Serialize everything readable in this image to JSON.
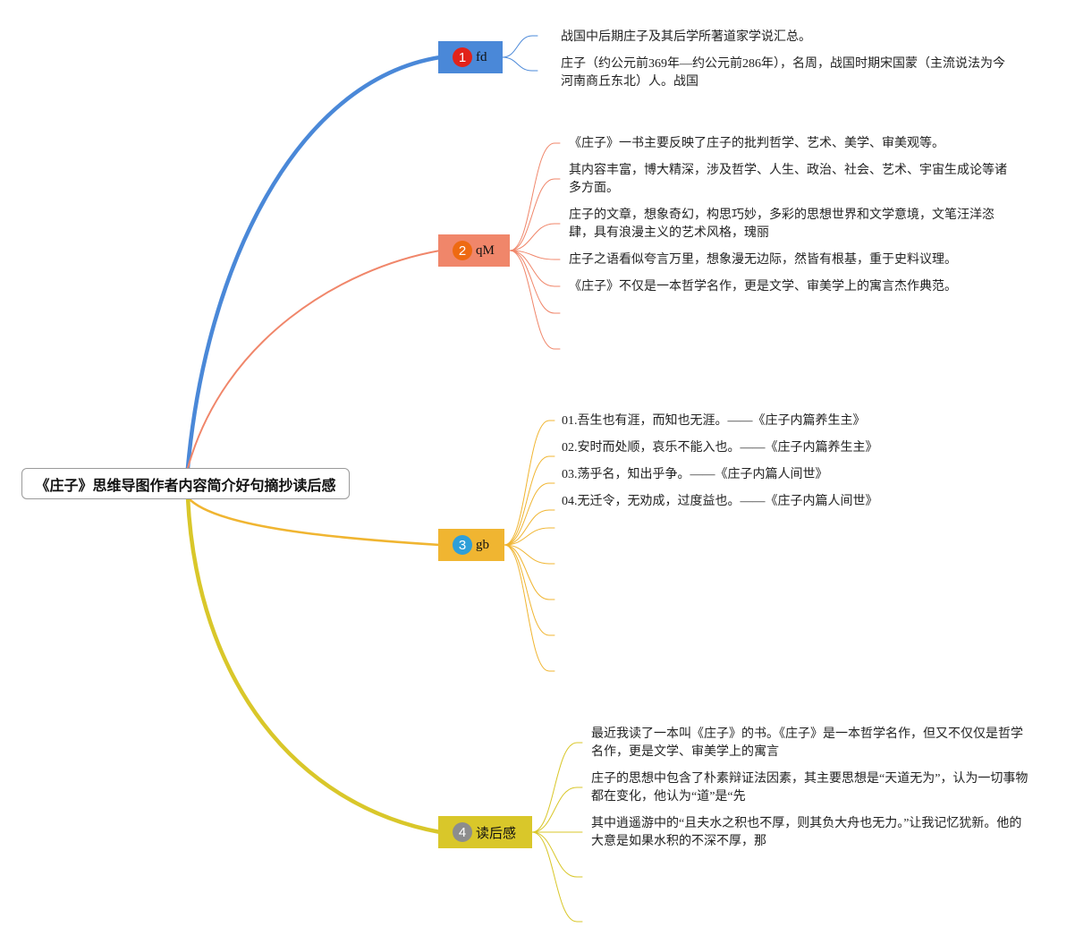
{
  "root": {
    "label": "《庄子》思维导图作者内容简介好句摘抄读后感"
  },
  "branches": [
    {
      "number": "1",
      "label": "fd",
      "color": "#4a88d8",
      "badge_color": "#e2231a",
      "items": [
        "战国中后期庄子及其后学所著道家学说汇总。",
        "庄子（约公元前369年—约公元前286年），名周，战国时期宋国蒙（主流说法为今河南商丘东北）人。战国"
      ]
    },
    {
      "number": "2",
      "label": "qM",
      "color": "#f0866a",
      "badge_color": "#ee6a12",
      "items": [
        "《庄子》一书主要反映了庄子的批判哲学、艺术、美学、审美观等。",
        "其内容丰富，博大精深，涉及哲学、人生、政治、社会、艺术、宇宙生成论等诸多方面。",
        "庄子的文章，想象奇幻，构思巧妙，多彩的思想世界和文学意境，文笔汪洋恣肆，具有浪漫主义的艺术风格，瑰丽",
        "庄子之语看似夸言万里，想象漫无边际，然皆有根基，重于史料议理。",
        "《庄子》不仅是一本哲学名作，更是文学、审美学上的寓言杰作典范。"
      ]
    },
    {
      "number": "3",
      "label": "gb",
      "color": "#f0b531",
      "badge_color": "#2f9fd8",
      "items": [
        "01.吾生也有涯，而知也无涯。——《庄子内篇养生主》",
        "02.安时而处顺，哀乐不能入也。——《庄子内篇养生主》",
        "03.荡乎名，知出乎争。——《庄子内篇人间世》",
        "04.无迁令，无劝成，过度益也。——《庄子内篇人间世》"
      ]
    },
    {
      "number": "4",
      "label": "读后感",
      "color": "#d9c72a",
      "badge_color": "#8d8d8d",
      "items": [
        "最近我读了一本叫《庄子》的书。《庄子》是一本哲学名作，但又不仅仅是哲学名作，更是文学、审美学上的寓言",
        "庄子的思想中包含了朴素辩证法因素，其主要思想是“天道无为”，认为一切事物都在变化，他认为“道”是“先",
        "其中逍遥游中的“且夫水之积也不厚，则其负大舟也无力。”让我记忆犹新。他的大意是如果水积的不深不厚，那"
      ]
    }
  ]
}
